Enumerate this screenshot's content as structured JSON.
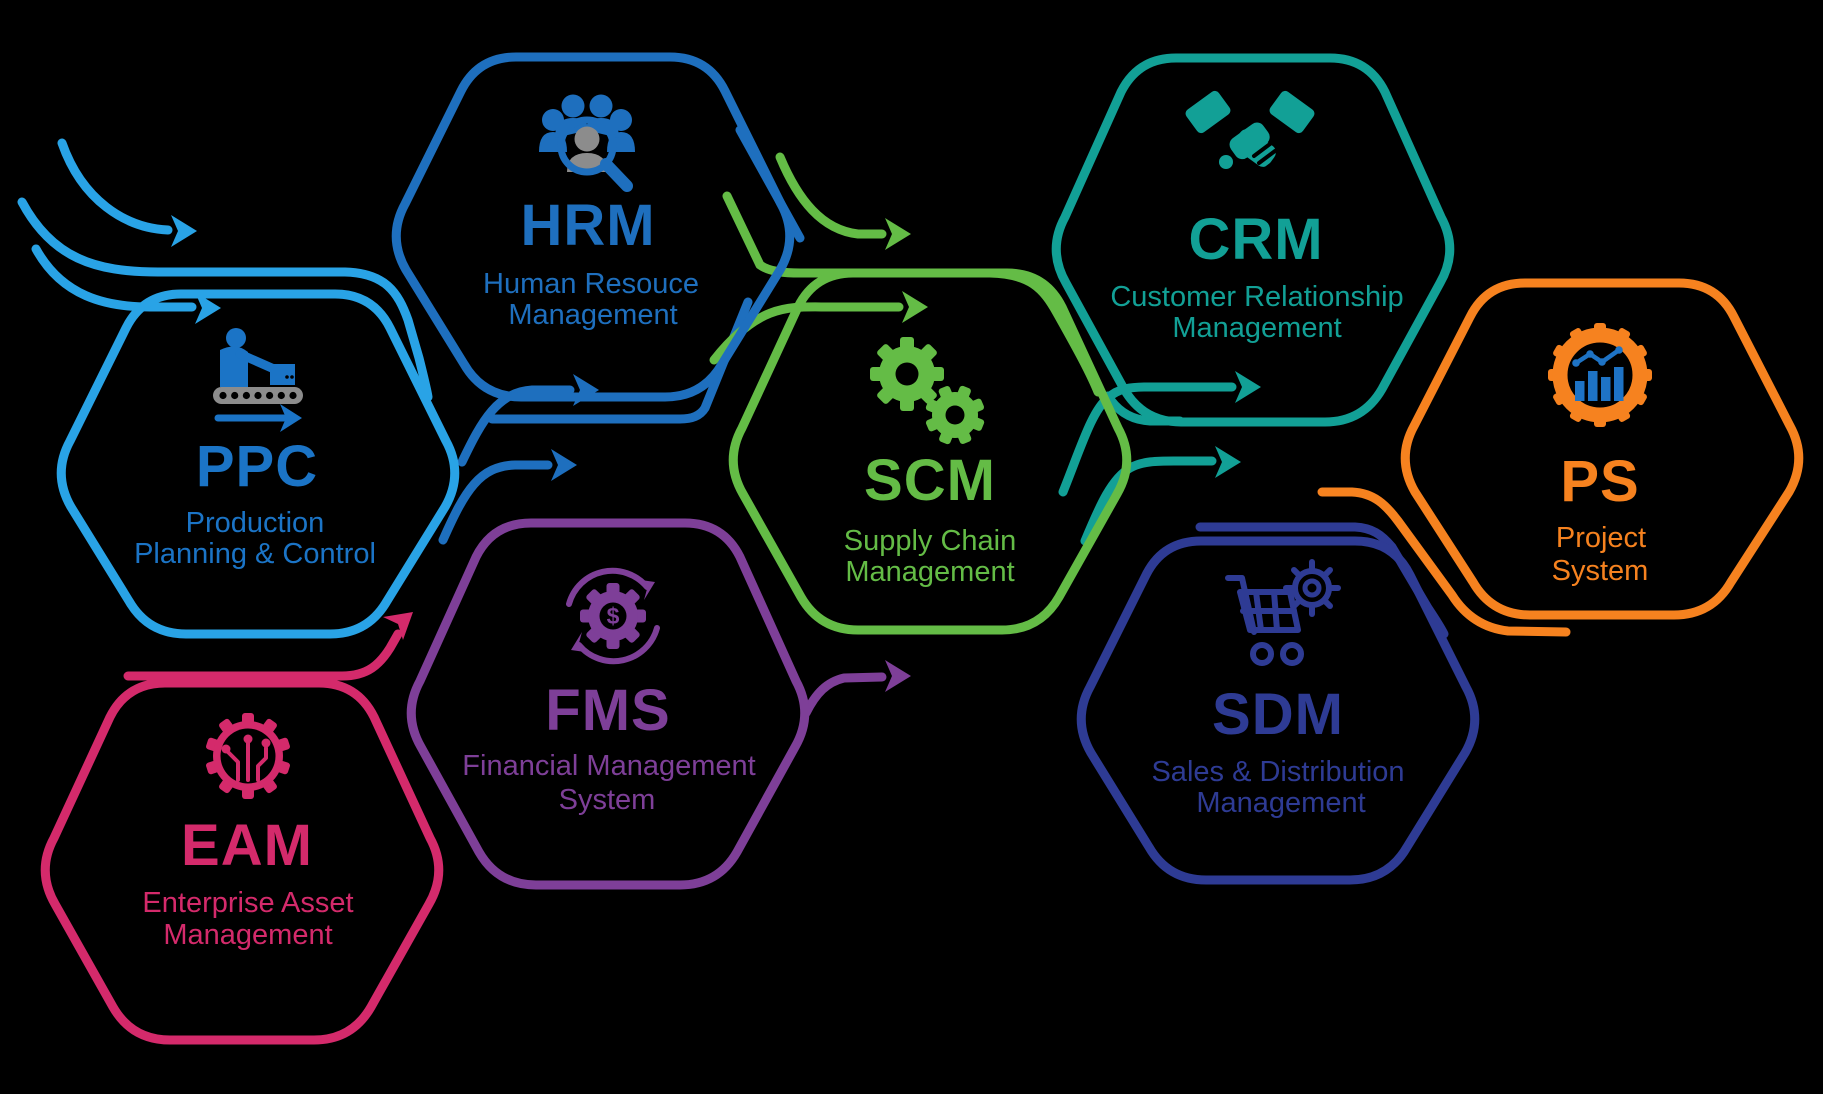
{
  "background_color": "#000000",
  "modules": [
    {
      "id": "ppc",
      "abbr": "PPC",
      "name_line1": "Production",
      "name_line2": "Planning & Control",
      "color": "#29A3E6",
      "text_color": "#1B74C6",
      "icon": "worker-conveyor-icon"
    },
    {
      "id": "hrm",
      "abbr": "HRM",
      "name_line1": "Human Resouce",
      "name_line2": "Management",
      "color": "#1E6FBE",
      "text_color": "#1E6FBE",
      "icon": "people-search-icon"
    },
    {
      "id": "scm",
      "abbr": "SCM",
      "name_line1": "Supply Chain",
      "name_line2": "Management",
      "color": "#64BC46",
      "text_color": "#64BC46",
      "icon": "gears-icon"
    },
    {
      "id": "crm",
      "abbr": "CRM",
      "name_line1": "Customer Relationship",
      "name_line2": "Management",
      "color": "#12A096",
      "text_color": "#12A096",
      "icon": "handshake-icon"
    },
    {
      "id": "ps",
      "abbr": "PS",
      "name_line1": "Project",
      "name_line2": "System",
      "color": "#F6821F",
      "text_color": "#F6821F",
      "icon": "gear-chart-icon"
    },
    {
      "id": "fms",
      "abbr": "FMS",
      "name_line1": "Financial Management",
      "name_line2": "System",
      "color": "#7E3F98",
      "text_color": "#7E3F98",
      "icon": "gear-dollar-sync-icon"
    },
    {
      "id": "eam",
      "abbr": "EAM",
      "name_line1": "Enterprise Asset",
      "name_line2": "Management",
      "color": "#D42A6B",
      "text_color": "#D42A6B",
      "icon": "gear-circuit-icon"
    },
    {
      "id": "sdm",
      "abbr": "SDM",
      "name_line1": "Sales & Distribution",
      "name_line2": "Management",
      "color": "#2E3B94",
      "text_color": "#2E3B94",
      "icon": "cart-gear-icon"
    }
  ],
  "accent_colors": {
    "icon_gray": "#8C8C8C",
    "chart_blue": "#1E73C5",
    "dollar_sign": "$"
  }
}
